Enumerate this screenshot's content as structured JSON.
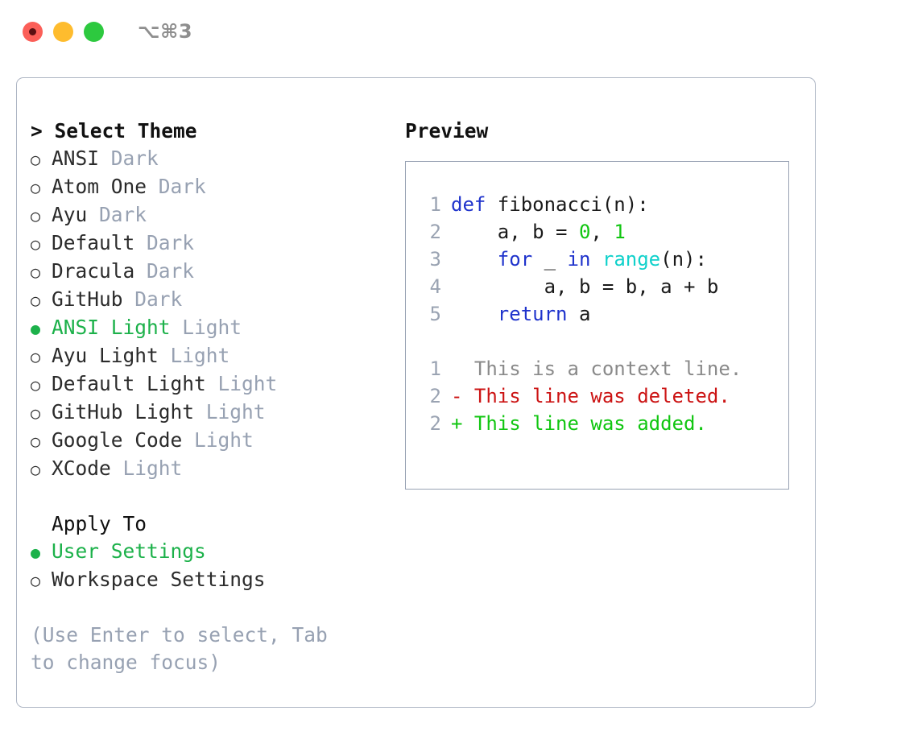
{
  "titlebar": {
    "shortcut": "⌥⌘3",
    "buttons": [
      {
        "name": "close",
        "color": "#fb5f58"
      },
      {
        "name": "minimize",
        "color": "#febc2e"
      },
      {
        "name": "zoom",
        "color": "#2dc93f"
      }
    ]
  },
  "theme_picker": {
    "title": "> Select Theme",
    "selected_marker": "●",
    "unselected_marker": "○",
    "items": [
      {
        "label": "ANSI",
        "tag": " Dark",
        "selected": false
      },
      {
        "label": "Atom One",
        "tag": " Dark",
        "selected": false
      },
      {
        "label": "Ayu",
        "tag": " Dark",
        "selected": false
      },
      {
        "label": "Default",
        "tag": " Dark",
        "selected": false
      },
      {
        "label": "Dracula",
        "tag": " Dark",
        "selected": false
      },
      {
        "label": "GitHub",
        "tag": " Dark",
        "selected": false
      },
      {
        "label": "ANSI Light",
        "tag": " Light",
        "selected": true
      },
      {
        "label": "Ayu Light",
        "tag": " Light",
        "selected": false
      },
      {
        "label": "Default Light",
        "tag": " Light",
        "selected": false
      },
      {
        "label": "GitHub Light",
        "tag": " Light",
        "selected": false
      },
      {
        "label": "Google Code",
        "tag": " Light",
        "selected": false
      },
      {
        "label": "XCode",
        "tag": " Light",
        "selected": false
      }
    ]
  },
  "apply_to": {
    "heading": "Apply To",
    "items": [
      {
        "label": "User Settings",
        "selected": true
      },
      {
        "label": "Workspace Settings",
        "selected": false
      }
    ]
  },
  "hint": "(Use Enter to select, Tab to change focus)",
  "preview": {
    "title": "Preview",
    "code_lines": [
      {
        "number": "1",
        "tokens": [
          {
            "text": "def",
            "style": "kw"
          },
          {
            "text": " fibonacci(n):",
            "style": "plain"
          }
        ]
      },
      {
        "number": "2",
        "tokens": [
          {
            "text": "    a, b = ",
            "style": "plain"
          },
          {
            "text": "0",
            "style": "num"
          },
          {
            "text": ", ",
            "style": "plain"
          },
          {
            "text": "1",
            "style": "num"
          }
        ]
      },
      {
        "number": "3",
        "tokens": [
          {
            "text": "    ",
            "style": "plain"
          },
          {
            "text": "for",
            "style": "kw"
          },
          {
            "text": " _ ",
            "style": "plain"
          },
          {
            "text": "in",
            "style": "kw"
          },
          {
            "text": " ",
            "style": "plain"
          },
          {
            "text": "range",
            "style": "fn"
          },
          {
            "text": "(n):",
            "style": "plain"
          }
        ]
      },
      {
        "number": "4",
        "tokens": [
          {
            "text": "        a, b = b, a + b",
            "style": "plain"
          }
        ]
      },
      {
        "number": "5",
        "tokens": [
          {
            "text": "    ",
            "style": "plain"
          },
          {
            "text": "return",
            "style": "kw"
          },
          {
            "text": " a",
            "style": "plain"
          }
        ]
      }
    ],
    "diff_lines": [
      {
        "number": "1",
        "text": "  This is a context line.",
        "kind": "ctx"
      },
      {
        "number": "2",
        "text": "- This line was deleted.",
        "kind": "del"
      },
      {
        "number": "2",
        "text": "+ This line was added.",
        "kind": "add"
      }
    ]
  },
  "colors": {
    "keyword": "#1f33cc",
    "function": "#11d1cb",
    "number": "#11c611",
    "diff_deleted": "#cc1414",
    "diff_added": "#11c611",
    "diff_context": "#8a8a8a",
    "selected": "#1cb14a",
    "muted": "#97a1b2"
  }
}
